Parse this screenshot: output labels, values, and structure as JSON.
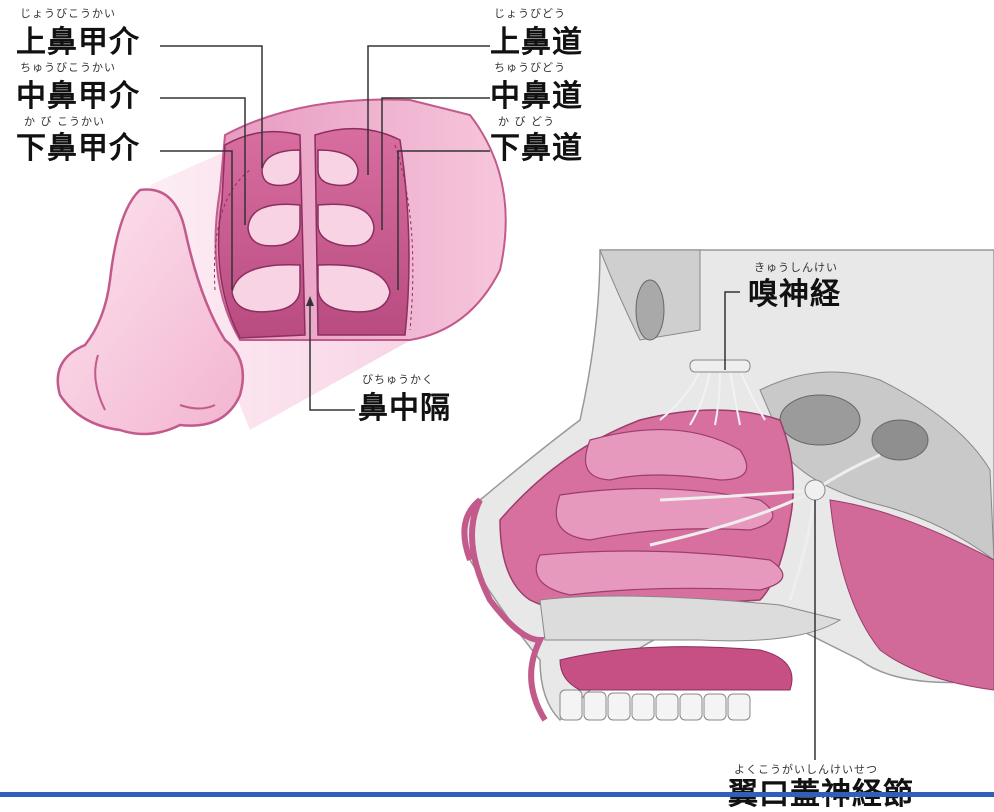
{
  "labels": {
    "superior_turbinate": {
      "ruby": "じょうびこうかい",
      "text": "上鼻甲介"
    },
    "middle_turbinate": {
      "ruby": "ちゅうびこうかい",
      "text": "中鼻甲介"
    },
    "inferior_turbinate": {
      "ruby": "か び こうかい",
      "text": "下鼻甲介"
    },
    "superior_meatus": {
      "ruby": "じょうびどう",
      "text": "上鼻道"
    },
    "middle_meatus": {
      "ruby": "ちゅうびどう",
      "text": "中鼻道"
    },
    "inferior_meatus": {
      "ruby": "か び どう",
      "text": "下鼻道"
    },
    "septum": {
      "ruby": "びちゅうかく",
      "text": "鼻中隔"
    },
    "olfactory_nerve": {
      "ruby": "きゅうしんけい",
      "text": "嗅神経"
    },
    "pterygopalatine_ganglion": {
      "ruby": "よくこうがいしんけいせつ",
      "text": "翼口蓋神経節"
    }
  },
  "colors": {
    "pink_light": "#f6c6dc",
    "pink_mid": "#e48fb8",
    "pink_dark": "#c25a8c",
    "bone_gray": "#b9b9b9",
    "accent_bar": "#2f5fb8"
  }
}
